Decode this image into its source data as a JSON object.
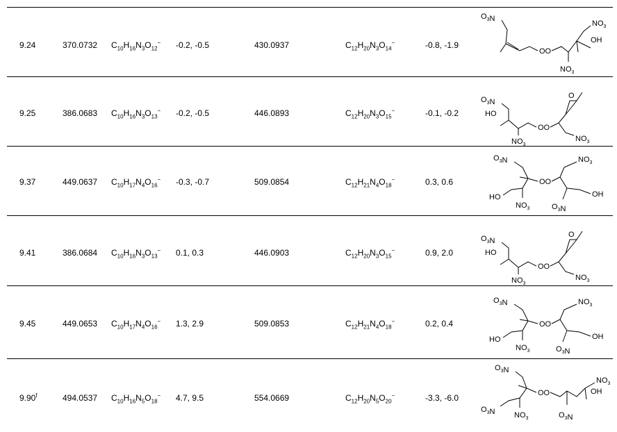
{
  "rows": [
    {
      "rt": "9.24",
      "mz1": "370.0732",
      "f1_base": "C10H16N3O12",
      "f1_charge": "−",
      "err1": "-0.2, -0.5",
      "mz2": "430.0937",
      "f2_base": "C12H20N3O14",
      "f2_charge": "−",
      "err2": "-0.8, -1.9",
      "rt_sup": ""
    },
    {
      "rt": "9.25",
      "mz1": "386.0683",
      "f1_base": "C10H16N3O13",
      "f1_charge": "−",
      "err1": "-0.2, -0.5",
      "mz2": "446.0893",
      "f2_base": "C12H20N3O15",
      "f2_charge": "−",
      "err2": "-0.1, -0.2",
      "rt_sup": ""
    },
    {
      "rt": "9.37",
      "mz1": "449.0637",
      "f1_base": "C10H17N4O16",
      "f1_charge": "−",
      "err1": "-0.3, -0.7",
      "mz2": "509.0854",
      "f2_base": "C12H21N4O18",
      "f2_charge": "−",
      "err2": "0.3, 0.6",
      "rt_sup": ""
    },
    {
      "rt": "9.41",
      "mz1": "386.0684",
      "f1_base": "C10H16N3O13",
      "f1_charge": "−",
      "err1": "0.1, 0.3",
      "mz2": "446.0903",
      "f2_base": "C12H20N3O15",
      "f2_charge": "−",
      "err2": "0.9, 2.0",
      "rt_sup": ""
    },
    {
      "rt": "9.45",
      "mz1": "449.0653",
      "f1_base": "C10H17N4O16",
      "f1_charge": "−",
      "err1": "1.3, 2.9",
      "mz2": "509.0853",
      "f2_base": "C12H21N4O18",
      "f2_charge": "−",
      "err2": "0.2, 0.4",
      "rt_sup": ""
    },
    {
      "rt": "9.90",
      "mz1": "494.0537",
      "f1_base": "C10H16N5O18",
      "f1_charge": "−",
      "err1": "4.7, 9.5",
      "mz2": "554.0669",
      "f2_base": "C12H20N5O20",
      "f2_charge": "−",
      "err2": "-3.3, -6.0",
      "rt_sup": "f"
    }
  ],
  "formula_parts": {
    "C10H16N3O12": [
      [
        "C",
        ""
      ],
      [
        "10",
        "sub"
      ],
      [
        "H",
        ""
      ],
      [
        "16",
        "sub"
      ],
      [
        "N",
        ""
      ],
      [
        "3",
        "sub"
      ],
      [
        "O",
        ""
      ],
      [
        "12",
        "sub"
      ]
    ],
    "C12H20N3O14": [
      [
        "C",
        ""
      ],
      [
        "12",
        "sub"
      ],
      [
        "H",
        ""
      ],
      [
        "20",
        "sub"
      ],
      [
        "N",
        ""
      ],
      [
        "3",
        "sub"
      ],
      [
        "O",
        ""
      ],
      [
        "14",
        "sub"
      ]
    ],
    "C10H16N3O13": [
      [
        "C",
        ""
      ],
      [
        "10",
        "sub"
      ],
      [
        "H",
        ""
      ],
      [
        "16",
        "sub"
      ],
      [
        "N",
        ""
      ],
      [
        "3",
        "sub"
      ],
      [
        "O",
        ""
      ],
      [
        "13",
        "sub"
      ]
    ],
    "C12H20N3O15": [
      [
        "C",
        ""
      ],
      [
        "12",
        "sub"
      ],
      [
        "H",
        ""
      ],
      [
        "20",
        "sub"
      ],
      [
        "N",
        ""
      ],
      [
        "3",
        "sub"
      ],
      [
        "O",
        ""
      ],
      [
        "15",
        "sub"
      ]
    ],
    "C10H17N4O16": [
      [
        "C",
        ""
      ],
      [
        "10",
        "sub"
      ],
      [
        "H",
        ""
      ],
      [
        "17",
        "sub"
      ],
      [
        "N",
        ""
      ],
      [
        "4",
        "sub"
      ],
      [
        "O",
        ""
      ],
      [
        "16",
        "sub"
      ]
    ],
    "C12H21N4O18": [
      [
        "C",
        ""
      ],
      [
        "12",
        "sub"
      ],
      [
        "H",
        ""
      ],
      [
        "21",
        "sub"
      ],
      [
        "N",
        ""
      ],
      [
        "4",
        "sub"
      ],
      [
        "O",
        ""
      ],
      [
        "18",
        "sub"
      ]
    ],
    "C10H16N5O18": [
      [
        "C",
        ""
      ],
      [
        "10",
        "sub"
      ],
      [
        "H",
        ""
      ],
      [
        "16",
        "sub"
      ],
      [
        "N",
        ""
      ],
      [
        "5",
        "sub"
      ],
      [
        "O",
        ""
      ],
      [
        "18",
        "sub"
      ]
    ],
    "C12H20N5O20": [
      [
        "C",
        ""
      ],
      [
        "12",
        "sub"
      ],
      [
        "H",
        ""
      ],
      [
        "20",
        "sub"
      ],
      [
        "N",
        ""
      ],
      [
        "5",
        "sub"
      ],
      [
        "O",
        ""
      ],
      [
        "20",
        "sub"
      ]
    ]
  },
  "structure_labels": {
    "no3": "NO3",
    "o3n": "O3N",
    "oo": "OO",
    "oh": "OH",
    "ho": "HO",
    "epoxide_o": "O"
  }
}
